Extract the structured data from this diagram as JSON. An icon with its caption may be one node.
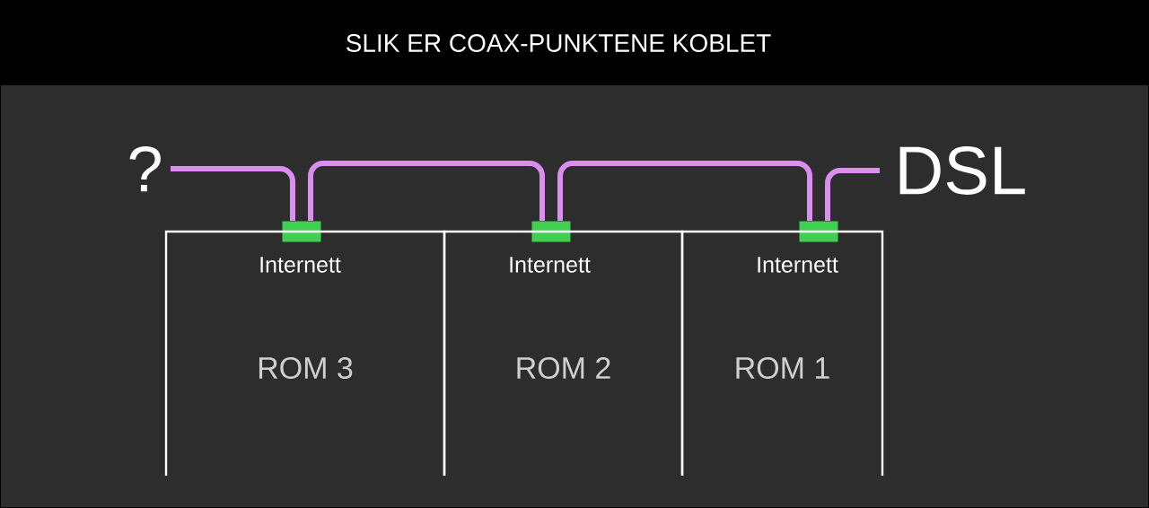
{
  "diagram": {
    "title": "SLIK ER COAX-PUNKTENE KOBLET",
    "nodes": [
      {
        "text": [
          "?"
        ]
      },
      {
        "text": [
          "DSL"
        ]
      },
      {
        "text": [],
        "shape": "box"
      },
      {
        "text": [],
        "shape": "box"
      },
      {
        "text": [],
        "shape": "box"
      },
      {
        "text": [
          "Internett",
          "ROM 3"
        ]
      },
      {
        "text": [
          "Internett",
          "ROM 2"
        ]
      },
      {
        "text": [
          "Internett",
          "ROM 1"
        ]
      }
    ],
    "edges": [
      {
        "from": 0,
        "to": 2,
        "arrow": "none"
      },
      {
        "from": 2,
        "to": 3,
        "arrow": "none"
      },
      {
        "from": 3,
        "to": 4,
        "arrow": "none"
      },
      {
        "from": 4,
        "to": 1,
        "arrow": "none"
      }
    ]
  }
}
